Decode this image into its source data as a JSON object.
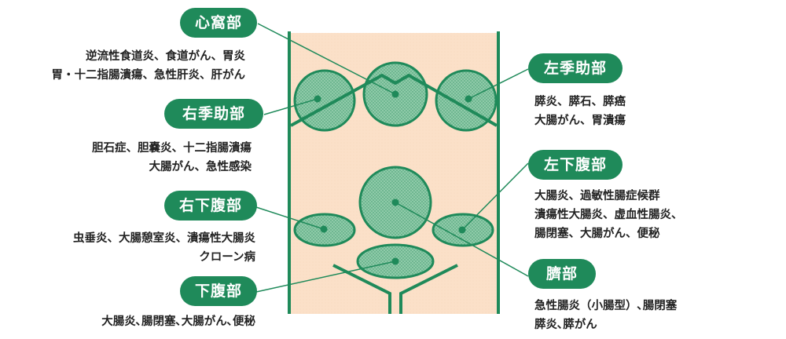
{
  "colors": {
    "accent": "#1f8a5a",
    "body_fill": "#fbe0c8",
    "organ_fill": "#8fcaa9",
    "outline": "#1f8a5a"
  },
  "regions": {
    "epigastric": {
      "label": "心窩部",
      "lines": [
        "逆流性食道炎、食道がん、胃炎",
        "胃・十二指腸潰瘍、急性肝炎、肝がん"
      ]
    },
    "right_hypochondriac": {
      "label": "右季助部",
      "lines": [
        "胆石症、胆嚢炎、十二指腸潰瘍",
        "大腸がん、急性感染"
      ]
    },
    "right_lower": {
      "label": "右下腹部",
      "lines": [
        "虫垂炎、大腸憩室炎、潰瘍性大腸炎",
        "クローン病"
      ]
    },
    "hypogastric": {
      "label": "下腹部",
      "lines": [
        "大腸炎､腸閉塞､大腸がん､便秘"
      ]
    },
    "left_hypochondriac": {
      "label": "左季助部",
      "lines": [
        "膵炎、膵石、膵癌",
        "大腸がん、胃潰瘍"
      ]
    },
    "left_lower": {
      "label": "左下腹部",
      "lines": [
        "大腸炎、過敏性腸症候群",
        "潰瘍性大腸炎、虚血性腸炎、",
        "腸閉塞、大腸がん、便秘"
      ]
    },
    "umbilical": {
      "label": "臍部",
      "lines": [
        "急性腸炎（小腸型）､腸閉塞",
        "膵炎､膵がん"
      ]
    }
  }
}
